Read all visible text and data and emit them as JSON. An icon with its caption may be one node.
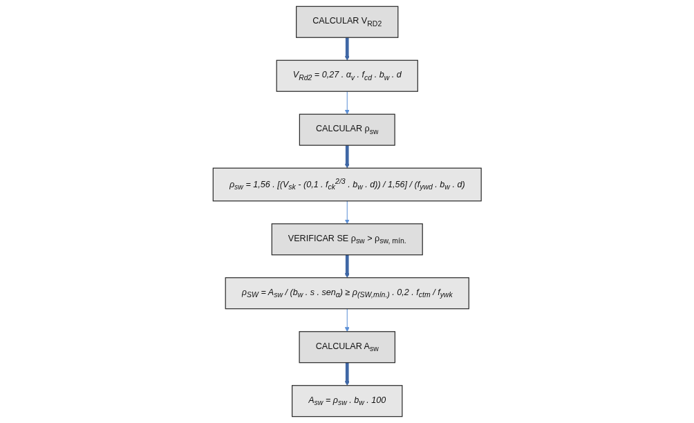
{
  "diagram": {
    "nodes": [
      {
        "text": [
          "CALCULAR V$_{RD2}$"
        ]
      },
      {
        "text": [
          "V$_{Rd2}$ = 0,27 . α$_{v}$ . f$_{cd}$ . b$_{w}$ . d"
        ]
      },
      {
        "text": [
          "CALCULAR ρ$_{sw}$"
        ]
      },
      {
        "text": [
          "ρ$_{sw}$ = 1,56 . [(V$_{sk}$ - (0,1 . f$_{ck}$$^{2/3}$ . b$_{w}$ . d)) / 1,56] / (f$_{ywd}$ . b$_{w}$ . d)"
        ]
      },
      {
        "text": [
          "VERIFICAR SE ρ$_{sw}$ > ρ$_{sw, mín.}$"
        ]
      },
      {
        "text": [
          "ρ$_{SW}$ = A$_{sw}$ / (b$_{w}$ . s . sen$_{α}$) ≥ ρ$_{(SW,mín.)}$ . 0,2 . f$_{ctm}$ / f$_{ywk}$"
        ]
      },
      {
        "text": [
          "CALCULAR A$_{sw}$"
        ]
      },
      {
        "text": [
          "A$_{sw}$ = ρ$_{sw}$ . b$_{w}$ . 100"
        ]
      }
    ],
    "edges": [
      {
        "from": 0,
        "to": 1,
        "arrow": "to"
      },
      {
        "from": 1,
        "to": 2,
        "arrow": "to",
        "color": "#5b8fd6"
      },
      {
        "from": 2,
        "to": 3,
        "arrow": "to"
      },
      {
        "from": 3,
        "to": 4,
        "arrow": "to",
        "color": "#5b8fd6"
      },
      {
        "from": 4,
        "to": 5,
        "arrow": "to"
      },
      {
        "from": 5,
        "to": 6,
        "arrow": "to",
        "color": "#5b8fd6"
      },
      {
        "from": 6,
        "to": 7,
        "arrow": "to"
      }
    ]
  }
}
